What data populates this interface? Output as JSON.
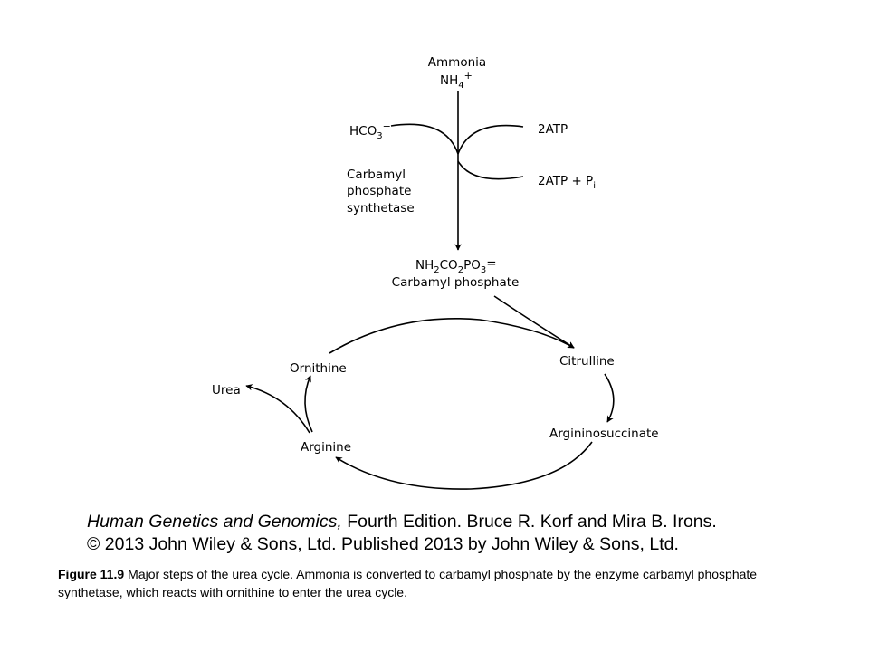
{
  "pathway": {
    "ammonia": "Ammonia",
    "nh4": {
      "base": "NH",
      "sub": "4",
      "sup": "+"
    },
    "hco3": {
      "base": "HCO",
      "sub": "3",
      "sup": "−"
    },
    "atp_in": "2ATP",
    "atp_out": {
      "base": "2ATP + P",
      "sub": "i"
    },
    "enzyme": [
      "Carbamyl",
      "phosphate",
      "synthetase"
    ],
    "product_formula": {
      "p1": "NH",
      "s1": "2",
      "p2": "CO",
      "s2": "2",
      "p3": "PO",
      "s3": "3",
      "p4": "="
    },
    "product_name": "Carbamyl phosphate"
  },
  "cycle": {
    "citrulline": "Citrulline",
    "argininosuccinate": "Argininosuccinate",
    "arginine": "Arginine",
    "ornithine": "Ornithine",
    "urea": "Urea"
  },
  "credit": {
    "book_title": "Human Genetics and Genomics,",
    "edition_authors": " Fourth Edition. Bruce R. Korf and Mira B. Irons.",
    "copyright": "© 2013 John Wiley & Sons, Ltd. Published 2013 by John Wiley & Sons, Ltd."
  },
  "caption": {
    "label": "Figure 11.9",
    "text": "Major steps of the urea cycle. Ammonia is converted to carbamyl phosphate by the enzyme carbamyl phosphate synthetase, which reacts with ornithine to enter the urea cycle."
  },
  "colors": {
    "ink": "#000000",
    "background": "#ffffff"
  }
}
